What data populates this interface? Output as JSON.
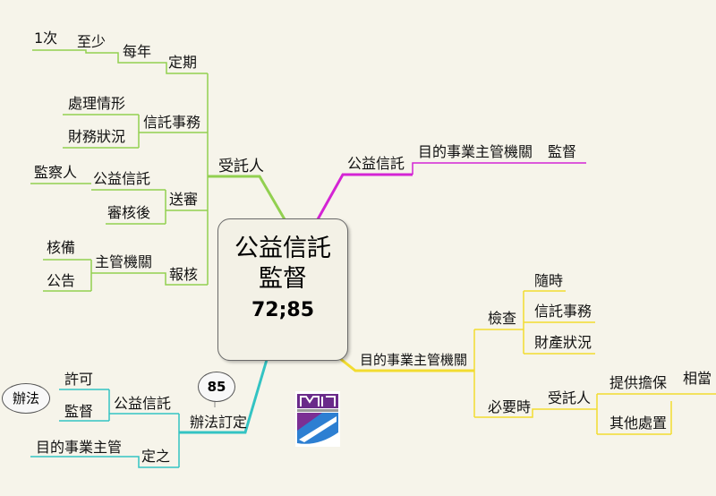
{
  "center": {
    "line1": "公益信託",
    "line2": "監督",
    "line3": "72;85"
  },
  "colors": {
    "green": "#92d050",
    "magenta": "#d424d4",
    "yellow": "#f2dc30",
    "teal": "#33c3c3",
    "gray": "#888888"
  },
  "left_top": {
    "trustee": "受託人",
    "regular": "定期",
    "yearly": "每年",
    "at_least": "至少",
    "once": "1次",
    "trust_affairs": "信託事務",
    "handling": "處理情形",
    "financial": "財務狀況",
    "submit_review": "送審",
    "public_trust": "公益信託",
    "supervisor": "監察人",
    "after_review": "審核後",
    "report_approve": "報核",
    "authority": "主管機關",
    "record": "核備",
    "announce": "公告"
  },
  "right_top": {
    "public_trust": "公益信託",
    "authority": "目的事業主管機關",
    "supervise": "監督"
  },
  "right_bottom": {
    "authority": "目的事業主管機關",
    "inspect": "檢查",
    "anytime": "隨時",
    "trust_affairs": "信託事務",
    "property": "財產狀況",
    "when_needed": "必要時",
    "trustee": "受託人",
    "provide_guarantee": "提供擔保",
    "equivalent": "相當",
    "other_measures": "其他處置"
  },
  "left_bottom": {
    "rules_set": "辦法訂定",
    "article": "85",
    "public_trust": "公益信託",
    "permit": "許可",
    "supervise": "監督",
    "rules": "辦法",
    "authority": "目的事業主管",
    "decide": "定之"
  }
}
